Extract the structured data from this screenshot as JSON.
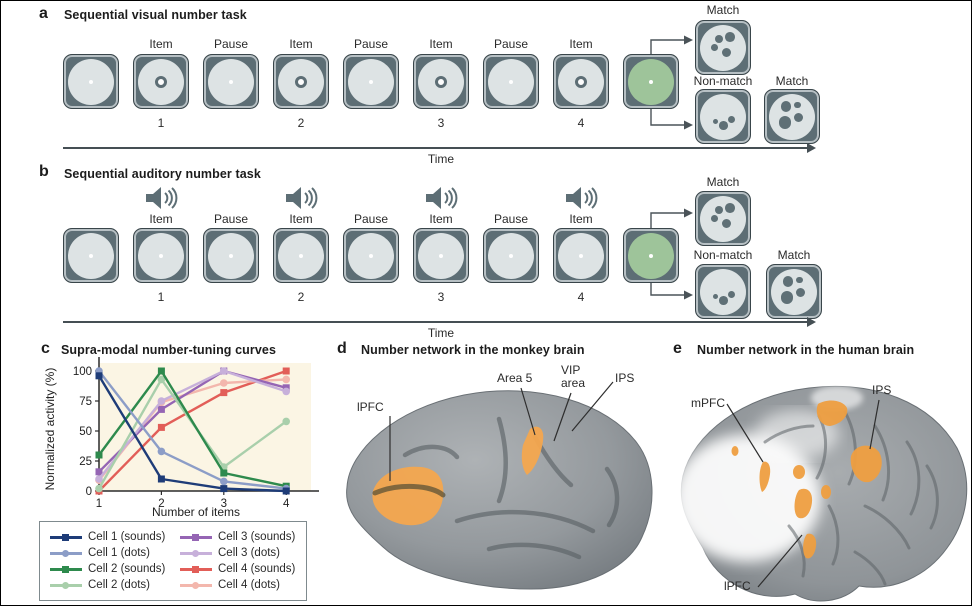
{
  "figure": {
    "panel_a": {
      "letter": "a",
      "title": "Sequential visual number task",
      "time_label": "Time",
      "sequence": [
        {
          "kind": "fixation"
        },
        {
          "kind": "item",
          "label": "Item",
          "number": "1",
          "ring": true
        },
        {
          "kind": "pause",
          "label": "Pause"
        },
        {
          "kind": "item",
          "label": "Item",
          "number": "2",
          "ring": true
        },
        {
          "kind": "pause",
          "label": "Pause"
        },
        {
          "kind": "item",
          "label": "Item",
          "number": "3",
          "ring": true
        },
        {
          "kind": "pause",
          "label": "Pause"
        },
        {
          "kind": "item",
          "label": "Item",
          "number": "4",
          "ring": true
        },
        {
          "kind": "delay",
          "green": true
        }
      ],
      "choices": [
        {
          "label": "Match",
          "dots": 4,
          "pattern": "four_a"
        },
        {
          "label": "Non-match",
          "dots": 3,
          "pattern": "three"
        },
        {
          "label": "Match",
          "dots": 4,
          "pattern": "four_b"
        }
      ]
    },
    "panel_b": {
      "letter": "b",
      "title": "Sequential auditory number task",
      "time_label": "Time",
      "sequence": [
        {
          "kind": "fixation"
        },
        {
          "kind": "item",
          "label": "Item",
          "number": "1",
          "speaker": true
        },
        {
          "kind": "pause",
          "label": "Pause"
        },
        {
          "kind": "item",
          "label": "Item",
          "number": "2",
          "speaker": true
        },
        {
          "kind": "pause",
          "label": "Pause"
        },
        {
          "kind": "item",
          "label": "Item",
          "number": "3",
          "speaker": true
        },
        {
          "kind": "pause",
          "label": "Pause"
        },
        {
          "kind": "item",
          "label": "Item",
          "number": "4",
          "speaker": true
        },
        {
          "kind": "delay",
          "green": true
        }
      ],
      "choices": [
        {
          "label": "Match",
          "dots": 4,
          "pattern": "four_a"
        },
        {
          "label": "Non-match",
          "dots": 3,
          "pattern": "three"
        },
        {
          "label": "Match",
          "dots": 4,
          "pattern": "four_b"
        }
      ]
    },
    "panel_c": {
      "letter": "c",
      "title": "Supra-modal number-tuning curves"
    },
    "panel_d": {
      "letter": "d",
      "title": "Number network in the monkey brain",
      "labels": {
        "lpfc": "lPFC",
        "area5": "Area 5",
        "vip": "VIP area",
        "ips": "IPS"
      }
    },
    "panel_e": {
      "letter": "e",
      "title": "Number network in the human brain",
      "labels": {
        "mpfc": "mPFC",
        "ips": "IPS",
        "lpfc": "lPFC"
      }
    }
  },
  "chart_data": {
    "type": "line",
    "title": "Supra-modal number-tuning curves",
    "xlabel": "Number of items",
    "ylabel": "Normalized activity (%)",
    "x": [
      1,
      2,
      3,
      4
    ],
    "xlim": [
      1,
      4
    ],
    "ylim": [
      0,
      100
    ],
    "yticks": [
      0,
      25,
      50,
      75,
      100
    ],
    "xticks": [
      "1",
      "2",
      "3",
      "4"
    ],
    "grid": false,
    "legend_position": "below",
    "plot_bg": "#fbf5e4",
    "series": [
      {
        "name": "Cell 1 (sounds)",
        "marker": "square",
        "color": "#1e3c78",
        "values": [
          96,
          10,
          2,
          0
        ]
      },
      {
        "name": "Cell 1 (dots)",
        "marker": "circle",
        "color": "#8c9dc7",
        "values": [
          100,
          33,
          8,
          2
        ]
      },
      {
        "name": "Cell 2 (sounds)",
        "marker": "square",
        "color": "#2e8a4d",
        "values": [
          30,
          100,
          15,
          4
        ]
      },
      {
        "name": "Cell 2 (dots)",
        "marker": "circle",
        "color": "#a9cfab",
        "values": [
          2,
          93,
          20,
          58
        ]
      },
      {
        "name": "Cell 3 (sounds)",
        "marker": "square",
        "color": "#9565b4",
        "values": [
          16,
          68,
          100,
          86
        ]
      },
      {
        "name": "Cell 3 (dots)",
        "marker": "circle",
        "color": "#c7b0da",
        "values": [
          10,
          75,
          100,
          83
        ]
      },
      {
        "name": "Cell 4 (sounds)",
        "marker": "square",
        "color": "#e25e58",
        "values": [
          0,
          53,
          82,
          100
        ]
      },
      {
        "name": "Cell 4 (dots)",
        "marker": "circle",
        "color": "#f3b7ad",
        "values": [
          9,
          74,
          90,
          93
        ]
      }
    ]
  },
  "colors": {
    "box_frame": "#5d6e75",
    "stimulus_circle": "#dde3e4",
    "delay_green": "#9ec49a",
    "activation_orange": "#f2a64d",
    "arrow": "#454f54"
  }
}
